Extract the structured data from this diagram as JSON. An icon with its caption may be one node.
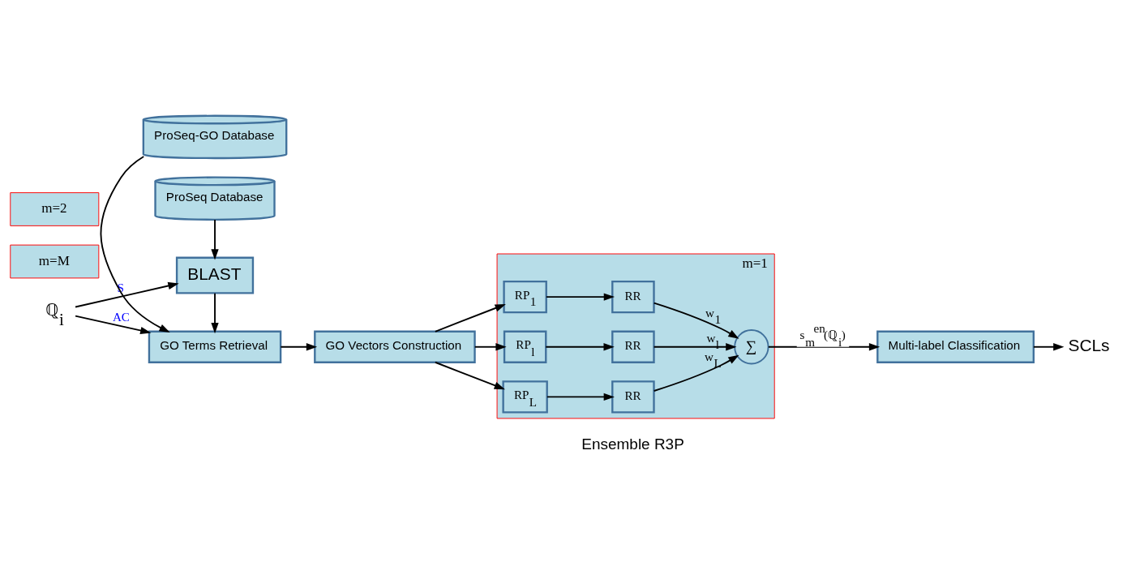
{
  "diagram": {
    "nodes": [
      {
        "text": [
          "ℚ$_{i}$"
        ]
      },
      {
        "text": [
          "BLAST"
        ]
      },
      {
        "text": [
          "ProSeq Database"
        ]
      },
      {
        "text": [
          "GO Terms Retrieval"
        ]
      },
      {
        "text": [
          "ProSeq-GO Database"
        ]
      },
      {
        "text": [
          "GO Vectors Construction"
        ]
      },
      {
        "text": [
          "m=M"
        ]
      },
      {
        "text": [
          "m=2"
        ]
      },
      {
        "text": [
          "m=1"
        ]
      },
      {
        "text": [
          "RP$_{1}$"
        ],
        "in": 8
      },
      {
        "text": [
          "RR"
        ],
        "in": 8
      },
      {
        "text": [
          "RP$_{l}$"
        ],
        "in": 8
      },
      {
        "text": [
          "RR"
        ],
        "in": 8
      },
      {
        "text": [
          "RP$_{L}$"
        ],
        "in": 8
      },
      {
        "text": [
          "RR"
        ],
        "in": 8
      },
      {
        "text": [
          "∑"
        ],
        "in": 8
      },
      {
        "text": [
          "Multi-label Classification"
        ]
      },
      {
        "text": [
          "SCLs"
        ]
      }
    ],
    "edges": [
      {
        "from": 0,
        "to": 1,
        "arrow": "to",
        "label": "S"
      },
      {
        "from": 0,
        "to": 3,
        "arrow": "to",
        "label": "AC"
      },
      {
        "from": 2,
        "to": 1,
        "arrow": "to"
      },
      {
        "from": 1,
        "to": 3,
        "arrow": "to"
      },
      {
        "from": 4,
        "to": 3,
        "arrow": "to"
      },
      {
        "from": 3,
        "to": 5,
        "arrow": "to"
      },
      {
        "from": 5,
        "to": 9,
        "arrow": "to"
      },
      {
        "from": 5,
        "to": 11,
        "arrow": "to"
      },
      {
        "from": 5,
        "to": 13,
        "arrow": "to"
      },
      {
        "from": 9,
        "to": 10,
        "arrow": "to"
      },
      {
        "from": 11,
        "to": 12,
        "arrow": "to"
      },
      {
        "from": 13,
        "to": 14,
        "arrow": "to"
      },
      {
        "from": 10,
        "to": 15,
        "arrow": "to",
        "label": "w$_{1}$"
      },
      {
        "from": 12,
        "to": 15,
        "arrow": "to",
        "label": "w$_{l}$"
      },
      {
        "from": 14,
        "to": 15,
        "arrow": "to",
        "label": "w$_{L}$"
      },
      {
        "from": 15,
        "to": 16,
        "arrow": "to",
        "label": "s$_{m}$$^{en}$(ℚ$_{i}$)"
      },
      {
        "from": 16,
        "to": 17,
        "arrow": "to"
      }
    ],
    "labels": [
      "Ensemble R3P"
    ]
  }
}
